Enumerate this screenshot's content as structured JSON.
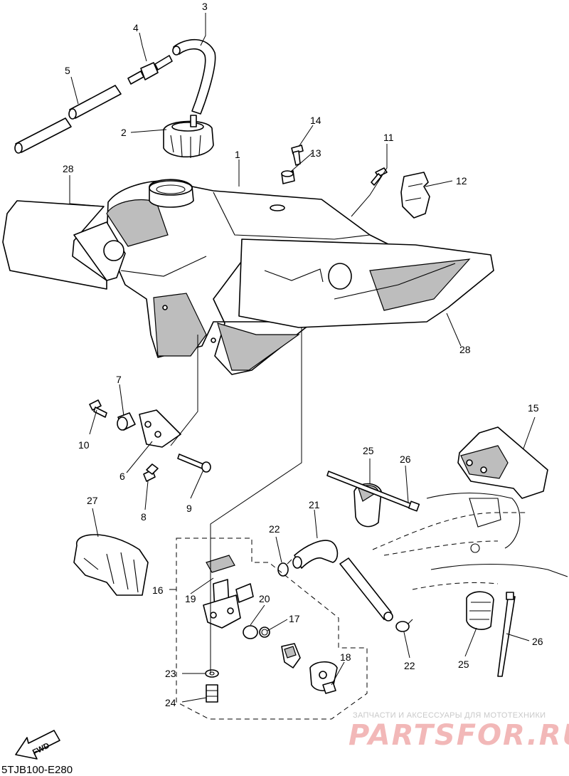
{
  "diagram": {
    "callouts": [
      {
        "id": "1",
        "text": "1"
      },
      {
        "id": "2",
        "text": "2"
      },
      {
        "id": "3",
        "text": "3"
      },
      {
        "id": "4",
        "text": "4"
      },
      {
        "id": "5",
        "text": "5"
      },
      {
        "id": "6",
        "text": "6"
      },
      {
        "id": "7",
        "text": "7"
      },
      {
        "id": "8",
        "text": "8"
      },
      {
        "id": "9",
        "text": "9"
      },
      {
        "id": "10",
        "text": "10"
      },
      {
        "id": "11",
        "text": "11"
      },
      {
        "id": "12",
        "text": "12"
      },
      {
        "id": "13",
        "text": "13"
      },
      {
        "id": "14",
        "text": "14"
      },
      {
        "id": "15",
        "text": "15"
      },
      {
        "id": "16",
        "text": "16"
      },
      {
        "id": "17",
        "text": "17"
      },
      {
        "id": "18",
        "text": "18"
      },
      {
        "id": "19",
        "text": "19"
      },
      {
        "id": "20",
        "text": "20"
      },
      {
        "id": "21",
        "text": "21"
      },
      {
        "id": "22a",
        "text": "22"
      },
      {
        "id": "22b",
        "text": "22"
      },
      {
        "id": "23",
        "text": "23"
      },
      {
        "id": "24",
        "text": "24"
      },
      {
        "id": "25a",
        "text": "25"
      },
      {
        "id": "25b",
        "text": "25"
      },
      {
        "id": "26a",
        "text": "26"
      },
      {
        "id": "26b",
        "text": "26"
      },
      {
        "id": "27",
        "text": "27"
      },
      {
        "id": "28a",
        "text": "28"
      },
      {
        "id": "28b",
        "text": "28"
      }
    ],
    "drawing_code": "5TJB100-E280",
    "direction_label": "FWD",
    "watermark": {
      "tagline": "ЗАПЧАСТИ И АКСЕССУАРЫ ДЛЯ МОТОТЕХНИКИ",
      "brand": "PARTSFOR.RU",
      "color": "#e87a7a"
    }
  }
}
